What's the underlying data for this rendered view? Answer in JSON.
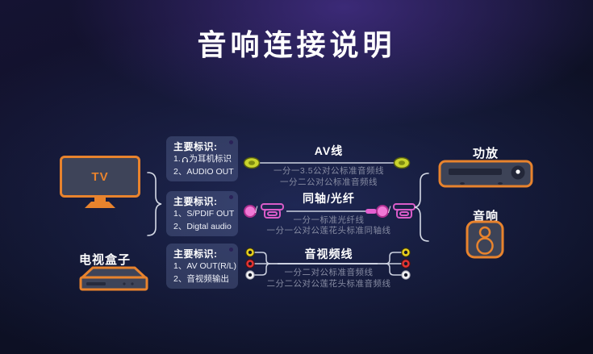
{
  "title": "音响连接说明",
  "left": {
    "tv_label": "TV",
    "box_label": "电视盒子"
  },
  "marking_cards": [
    {
      "title": "主要标识:",
      "line1_a": "1.",
      "line1_icon": "headphone-icon",
      "line1_b": "为耳机标识",
      "line2": "2、AUDIO OUT"
    },
    {
      "title": "主要标识:",
      "line1": "1、S/PDIF OUT",
      "line2": "2、Digtal audio"
    },
    {
      "title": "主要标识:",
      "line1": "1、AV OUT(R/L)",
      "line2": "2、音视频输出"
    }
  ],
  "cables": [
    {
      "name": "AV线",
      "sub1": "一分一3.5公对公标准音频线",
      "sub2": "一分二公对公标准音频线",
      "connector": "3.5mm-jack",
      "connector_color": "#c9d42e"
    },
    {
      "name": "同轴/光纤",
      "sep": "/",
      "sub1": "一分一标准光纤线",
      "sub2": "一分一公对公莲花头标准同轴线",
      "connector": "rca-or-optical",
      "connector_color": "#e45fd0"
    },
    {
      "name": "音视频线",
      "sub1": "一分二对公标准音频线",
      "sub2": "二分二公对公莲花头标准音频线",
      "connector": "rca-triple",
      "connector_colors": [
        "#e8cf1d",
        "#e23434",
        "#f2f2f5"
      ]
    }
  ],
  "right": {
    "amp_label": "功放",
    "speaker_label": "音响"
  },
  "colors": {
    "accent_orange": "#e8832d",
    "background_navy": "#0b0e20",
    "background_purple": "#4a3393",
    "text_white": "#ffffff",
    "text_muted": "#868ba2",
    "pink": "#e45fd0",
    "jack_green": "#c9d42e",
    "device_fill": "#3d4357"
  }
}
